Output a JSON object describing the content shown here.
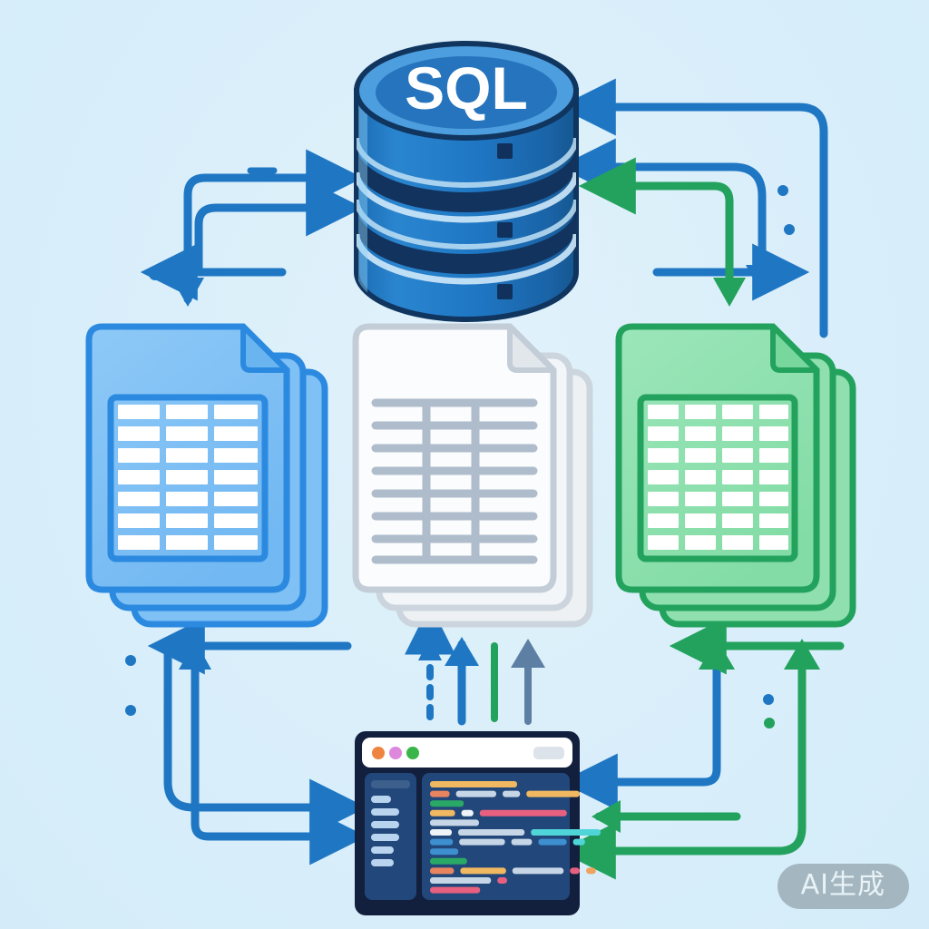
{
  "meta": {
    "background_color": "#dcf0fa",
    "title_text": "SQL"
  },
  "watermark": {
    "label": "AI生成",
    "bg_color": "#8696a0",
    "text_color": "#e9f3f7"
  },
  "database": {
    "name": "sql-database-cylinder",
    "label": "SQL",
    "label_color": "#ffffff",
    "body_color": "#1f77c4",
    "top_color": "#4d9ede",
    "top_inner_color": "#2574bd",
    "band_color": "#12335e",
    "highlight_color": "#bfe0f5",
    "outline_color": "#10355f",
    "layers": 3,
    "led_color": "#10315c",
    "leds": 3
  },
  "documents": [
    {
      "name": "blue-spreadsheet-stack",
      "label": "blue-document-stack",
      "fill": "#7fc0f5",
      "stroke": "#2b8ae0",
      "cell_fill": "#ffffff",
      "columns": 3,
      "rows": 7,
      "sheets": 3,
      "grid_style": "boxed"
    },
    {
      "name": "white-spreadsheet-stack",
      "label": "white-document-stack",
      "fill": "#fbfcfd",
      "stroke": "#c3cdd7",
      "cell_fill": "#ffffff",
      "line_color": "#aebccb",
      "columns": 3,
      "rows": 8,
      "sheets": 3,
      "grid_style": "lines"
    },
    {
      "name": "green-spreadsheet-stack",
      "label": "green-document-stack",
      "fill": "#8fe0ae",
      "stroke": "#23a25e",
      "cell_fill": "#ffffff",
      "columns": 4,
      "rows": 7,
      "sheets": 3,
      "grid_style": "boxed"
    }
  ],
  "code_editor": {
    "name": "code-editor-window",
    "frame_color": "#121f3d",
    "body_color": "#1d375f",
    "panel_color": "#22477a",
    "titlebar_color": "#ffffff",
    "traffic_lights": [
      {
        "name": "traffic-light-orange",
        "color": "#ef8340"
      },
      {
        "name": "traffic-light-pink",
        "color": "#dd88dd"
      },
      {
        "name": "traffic-light-green",
        "color": "#39b54a"
      }
    ],
    "address_pill_color": "#dde3ea",
    "sidebar": {
      "name": "editor-sidebar",
      "header_color": "#3c5f8c",
      "item_color": "#b9d4ef",
      "item_count": 6
    },
    "syntax_colors": {
      "amber": "#f0b860",
      "salmon": "#e8845f",
      "steel": "#c6d6e6",
      "green": "#2aa865",
      "pink": "#e8607f",
      "cyan": "#4fd4d8",
      "blue": "#3e8fd0",
      "white": "#eef3f8",
      "orange_dot": "#f0a35e"
    },
    "code_lines": [
      {
        "indent": 0,
        "tokens": [
          {
            "w": 160,
            "c": "amber"
          }
        ]
      },
      {
        "indent": 0,
        "tokens": [
          {
            "w": 36,
            "c": "salmon"
          },
          {
            "w": 74,
            "c": "steel"
          },
          {
            "w": 32,
            "c": "steel"
          },
          {
            "w": 98,
            "c": "amber"
          }
        ]
      },
      {
        "indent": 0,
        "tokens": [
          {
            "w": 62,
            "c": "green"
          }
        ]
      },
      {
        "indent": 0,
        "tokens": [
          {
            "w": 46,
            "c": "amber"
          },
          {
            "w": 22,
            "c": "white"
          },
          {
            "w": 160,
            "c": "pink"
          }
        ]
      },
      {
        "indent": 0,
        "tokens": [
          {
            "w": 90,
            "c": "steel"
          }
        ]
      },
      {
        "indent": 0,
        "tokens": [
          {
            "w": 40,
            "c": "white"
          },
          {
            "w": 122,
            "c": "steel"
          },
          {
            "w": 128,
            "c": "cyan"
          }
        ]
      },
      {
        "indent": 0,
        "tokens": [
          {
            "w": 42,
            "c": "blue"
          },
          {
            "w": 84,
            "c": "steel"
          },
          {
            "w": 38,
            "c": "steel"
          },
          {
            "w": 52,
            "c": "blue"
          },
          {
            "w": 22,
            "c": "cyan"
          }
        ]
      },
      {
        "indent": 0,
        "tokens": [
          {
            "w": 52,
            "c": "blue"
          }
        ]
      },
      {
        "indent": 0,
        "tokens": [
          {
            "w": 68,
            "c": "green"
          }
        ]
      },
      {
        "indent": 0,
        "tokens": [
          {
            "w": 44,
            "c": "salmon"
          },
          {
            "w": 84,
            "c": "amber"
          },
          {
            "w": 94,
            "c": "steel"
          },
          {
            "w": 18,
            "c": "pink"
          },
          {
            "w": 18,
            "c": "orange_dot"
          }
        ]
      },
      {
        "indent": 0,
        "tokens": [
          {
            "w": 112,
            "c": "steel"
          },
          {
            "w": 18,
            "c": "pink"
          }
        ]
      },
      {
        "indent": 0,
        "tokens": [
          {
            "w": 92,
            "c": "pink"
          }
        ]
      }
    ]
  },
  "connectors": {
    "blue": "#1f77c4",
    "blue_dark": "#1a6bb0",
    "green": "#23a25e",
    "slate": "#5c7fa3",
    "faded": "#b9cddd",
    "items": [
      {
        "name": "arrow-editor-to-database-upper",
        "color": "#1f77c4",
        "direction": "right",
        "style": "solid"
      },
      {
        "name": "arrow-editor-to-database-lower",
        "color": "#1f77c4",
        "direction": "right",
        "style": "solid"
      },
      {
        "name": "arrow-to-blue-documents",
        "color": "#1f77c4",
        "direction": "down",
        "style": "solid"
      },
      {
        "name": "arrow-database-return-upper",
        "color": "#1f77c4",
        "direction": "left",
        "style": "solid"
      },
      {
        "name": "arrow-database-return-lower",
        "color": "#1f77c4",
        "direction": "left",
        "style": "solid"
      },
      {
        "name": "arrow-to-green-documents-blue",
        "color": "#1f77c4",
        "direction": "down",
        "style": "solid"
      },
      {
        "name": "arrow-to-green-documents-green",
        "color": "#23a25e",
        "direction": "down",
        "style": "solid"
      },
      {
        "name": "arrow-blue-documents-to-editor-upper",
        "color": "#1f77c4",
        "direction": "right",
        "style": "solid"
      },
      {
        "name": "arrow-blue-documents-to-editor-lower",
        "color": "#1f77c4",
        "direction": "right",
        "style": "solid"
      },
      {
        "name": "arrow-up-into-blue-documents",
        "color": "#1f77c4",
        "direction": "up",
        "style": "solid"
      },
      {
        "name": "arrow-up-dashed-center",
        "color": "#1f77c4",
        "direction": "up",
        "style": "dashed"
      },
      {
        "name": "arrow-up-center-blue",
        "color": "#1f77c4",
        "direction": "up",
        "style": "solid"
      },
      {
        "name": "line-up-center-green",
        "color": "#23a25e",
        "direction": "up",
        "style": "line"
      },
      {
        "name": "arrow-up-center-slate",
        "color": "#5c7fa3",
        "direction": "up",
        "style": "solid"
      },
      {
        "name": "arrow-green-documents-to-editor-blue",
        "color": "#1f77c4",
        "direction": "left",
        "style": "solid"
      },
      {
        "name": "arrow-green-documents-to-editor-green-upper",
        "color": "#23a25e",
        "direction": "left",
        "style": "solid"
      },
      {
        "name": "arrow-green-documents-to-editor-green-lower",
        "color": "#23a25e",
        "direction": "left",
        "style": "solid"
      },
      {
        "name": "arrow-up-into-green-documents-inner",
        "color": "#23a25e",
        "direction": "up",
        "style": "solid"
      },
      {
        "name": "arrow-up-into-green-documents-outer",
        "color": "#23a25e",
        "direction": "up",
        "style": "solid"
      }
    ],
    "dots": [
      {
        "name": "dot-upper-left",
        "color": "#1f77c4"
      },
      {
        "name": "dot-upper-right-a",
        "color": "#1f77c4"
      },
      {
        "name": "dot-upper-right-b",
        "color": "#1f77c4"
      },
      {
        "name": "dot-lower-left-a",
        "color": "#1f77c4"
      },
      {
        "name": "dot-lower-left-b",
        "color": "#1f77c4"
      },
      {
        "name": "dot-lower-right-a",
        "color": "#1f77c4"
      },
      {
        "name": "dot-lower-right-b",
        "color": "#23a25e"
      }
    ]
  }
}
